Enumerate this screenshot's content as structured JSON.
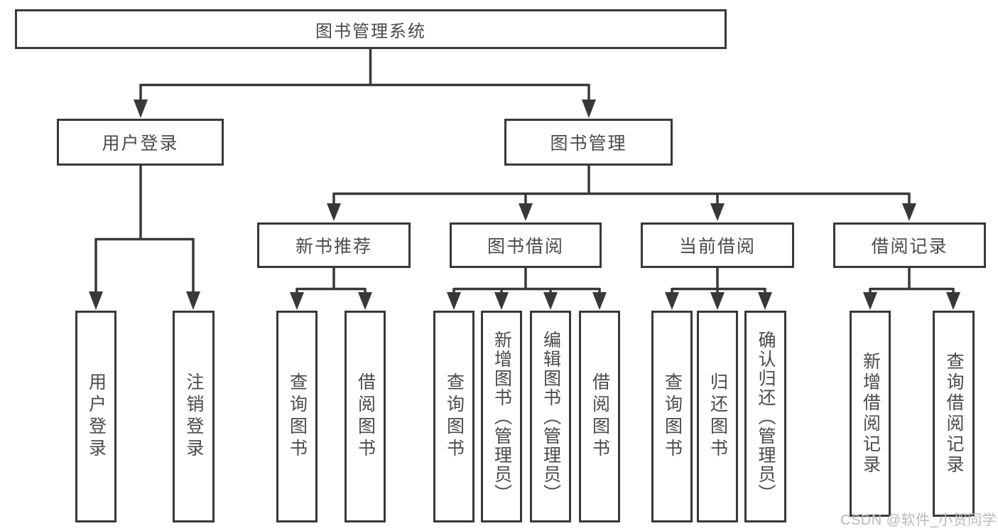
{
  "tree": {
    "root": "图书管理系统",
    "children": [
      {
        "label": "用户登录",
        "children": [
          "用户登录",
          "注销登录"
        ]
      },
      {
        "label": "图书管理",
        "children": [
          {
            "label": "新书推荐",
            "children": [
              "查询图书",
              "借阅图书"
            ]
          },
          {
            "label": "图书借阅",
            "children": [
              "查询图书",
              "新增图书（管理员）",
              "编辑图书（管理员）",
              "借阅图书"
            ]
          },
          {
            "label": "当前借阅",
            "children": [
              "查询图书",
              "归还图书",
              "确认归还（管理员）"
            ]
          },
          {
            "label": "借阅记录",
            "children": [
              "新增借阅记录",
              "查询借阅记录"
            ]
          }
        ]
      }
    ]
  },
  "watermark": "CSDN @软件_小贺同学",
  "colors": {
    "line": "#383838",
    "text": "#4a4a4a",
    "watermark": "#b9b9b9"
  }
}
